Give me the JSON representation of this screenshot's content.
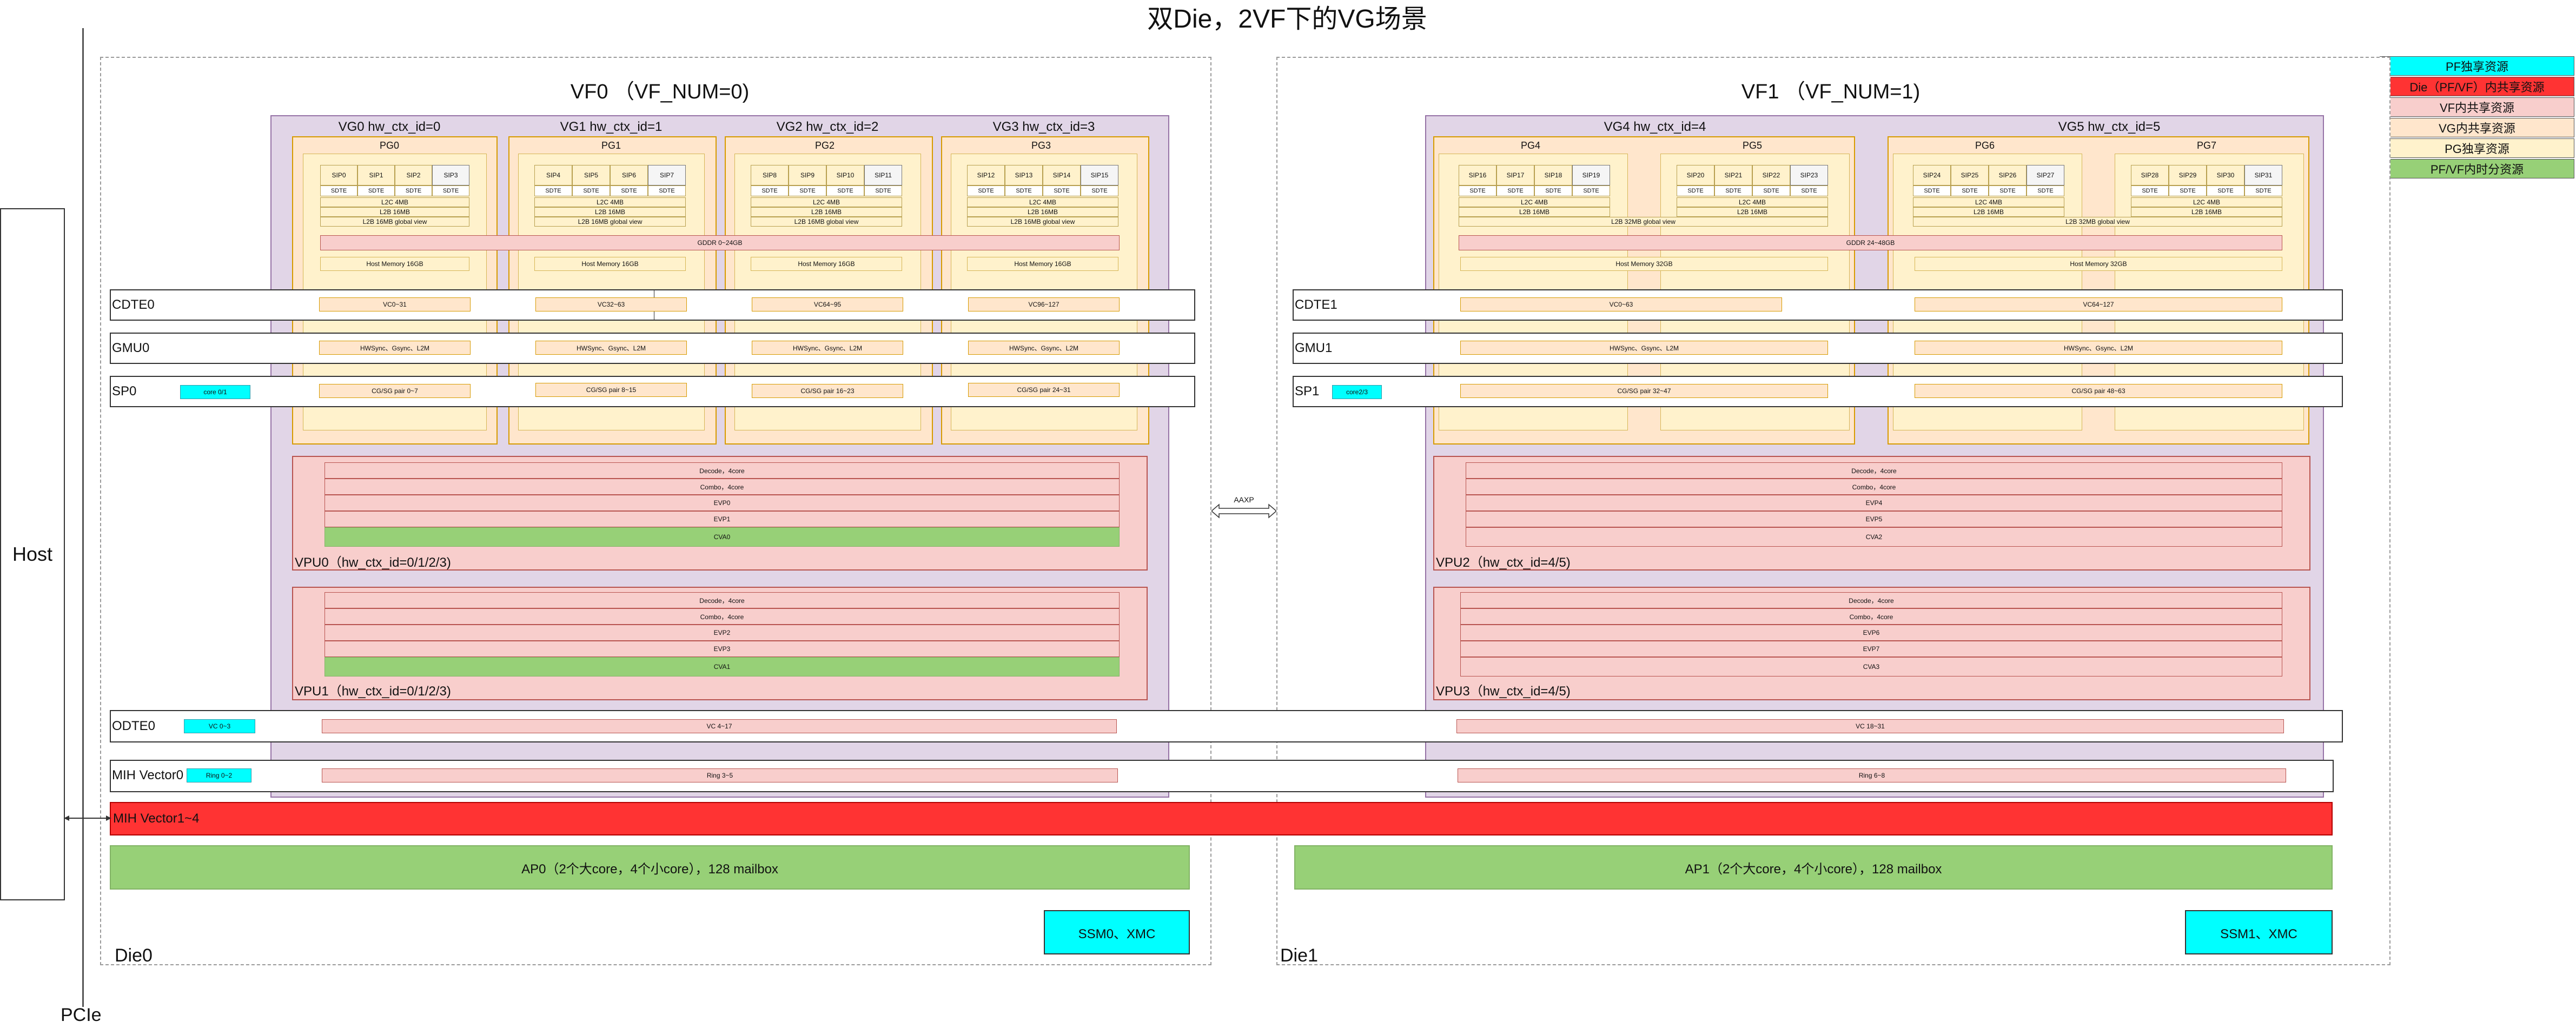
{
  "title": "双Die，2VF下的VG场景",
  "host": "Host",
  "pcie": "PCIe",
  "aaxp": "AAXP",
  "legend": [
    {
      "label": "PF独享资源",
      "color": "#00ffff"
    },
    {
      "label": "Die（PF/VF）内共享资源",
      "color": "#ff3333"
    },
    {
      "label": "VF内共享资源",
      "color": "#f8cecc"
    },
    {
      "label": "VG内共享资源",
      "color": "#ffe6cc"
    },
    {
      "label": "PG独享资源",
      "color": "#fff2cc"
    },
    {
      "label": "PF/VF内时分资源",
      "color": "#97d077"
    }
  ],
  "vf0": {
    "name": "VF0 （VF_NUM=0)",
    "die": "Die0",
    "vgs": [
      {
        "header": "VG0 hw_ctx_id=0",
        "pg": "PG0",
        "sips": [
          "SIP0",
          "SIP1",
          "SIP2",
          "SIP3"
        ],
        "l2c": "L2C 4MB",
        "l2b": "L2B 16MB",
        "l2bview": "L2B 16MB global view",
        "hm": "Host Memory 16GB",
        "vc": "VC0~31",
        "gmu": "HWSync、Gsync、L2M",
        "sp": "CG/SG pair 0~7"
      },
      {
        "header": "VG1 hw_ctx_id=1",
        "pg": "PG1",
        "sips": [
          "SIP4",
          "SIP5",
          "SIP6",
          "SIP7"
        ],
        "l2c": "L2C 4MB",
        "l2b": "L2B 16MB",
        "l2bview": "L2B 16MB global view",
        "hm": "Host Memory 16GB",
        "vc": "VC32~63",
        "gmu": "HWSync、Gsync、L2M",
        "sp": "CG/SG pair 8~15"
      },
      {
        "header": "VG2 hw_ctx_id=2",
        "pg": "PG2",
        "sips": [
          "SIP8",
          "SIP9",
          "SIP10",
          "SIP11"
        ],
        "l2c": "L2C 4MB",
        "l2b": "L2B 16MB",
        "l2bview": "L2B 16MB global view",
        "hm": "Host Memory 16GB",
        "vc": "VC64~95",
        "gmu": "HWSync、Gsync、L2M",
        "sp": "CG/SG pair 16~23"
      },
      {
        "header": "VG3 hw_ctx_id=3",
        "pg": "PG3",
        "sips": [
          "SIP12",
          "SIP13",
          "SIP14",
          "SIP15"
        ],
        "l2c": "L2C 4MB",
        "l2b": "L2B 16MB",
        "l2bview": "L2B 16MB global view",
        "hm": "Host Memory 16GB",
        "vc": "VC96~127",
        "gmu": "HWSync、Gsync、L2M",
        "sp": "CG/SG pair 24~31"
      }
    ],
    "sdte": "SDTE",
    "gddr": "GDDR 0~24GB",
    "cdte": "CDTE0",
    "gmu": "GMU0",
    "sp": "SP0",
    "spcore": "core 0/1",
    "vpu0": {
      "label": "VPU0（hw_ctx_id=0/1/2/3)",
      "items": [
        "Decode，4core",
        "Combo，4core",
        "EVP0",
        "EVP1",
        "CVA0"
      ]
    },
    "vpu1": {
      "label": "VPU1（hw_ctx_id=0/1/2/3)",
      "items": [
        "Decode，4core",
        "Combo，4core",
        "EVP2",
        "EVP3",
        "CVA1"
      ]
    },
    "odte": "ODTE0",
    "odtecyan": "VC 0~3",
    "odtecell": "VC 4~17",
    "mih0": "MIH Vector0",
    "mih0cyan": "Ring 0~2",
    "mih0cell": "Ring 3~5",
    "mih1": "MIH Vector1~4",
    "ap": "AP0（2个大core，4个小core），128 mailbox",
    "ssm": "SSM0、XMC"
  },
  "vf1": {
    "name": "VF1 （VF_NUM=1)",
    "die": "Die1",
    "vgs": [
      {
        "header": "VG4 hw_ctx_id=4",
        "pgs": [
          {
            "pg": "PG4",
            "sips": [
              "SIP16",
              "SIP17",
              "SIP18",
              "SIP19"
            ]
          },
          {
            "pg": "PG5",
            "sips": [
              "SIP20",
              "SIP21",
              "SIP22",
              "SIP23"
            ]
          }
        ],
        "l2c": "L2C 4MB",
        "l2b": "L2B 16MB",
        "l2bview": "L2B 32MB global view",
        "hm": "Host Memory 32GB",
        "vc": "VC0~63",
        "gmu": "HWSync、Gsync、L2M",
        "sp": "CG/SG pair 32~47"
      },
      {
        "header": "VG5 hw_ctx_id=5",
        "pgs": [
          {
            "pg": "PG6",
            "sips": [
              "SIP24",
              "SIP25",
              "SIP26",
              "SIP27"
            ]
          },
          {
            "pg": "PG7",
            "sips": [
              "SIP28",
              "SIP29",
              "SIP30",
              "SIP31"
            ]
          }
        ],
        "l2c": "L2C 4MB",
        "l2b": "L2B 16MB",
        "l2bview": "L2B 32MB global view",
        "hm": "Host Memory 32GB",
        "vc": "VC64~127",
        "gmu": "HWSync、Gsync、L2M",
        "sp": "CG/SG pair 48~63"
      }
    ],
    "sdte": "SDTE",
    "gddr": "GDDR 24~48GB",
    "cdte": "CDTE1",
    "gmu": "GMU1",
    "sp": "SP1",
    "spcore": "core2/3",
    "vpu2": {
      "label": "VPU2（hw_ctx_id=4/5)",
      "items": [
        "Decode，4core",
        "Combo，4core",
        "EVP4",
        "EVP5",
        "CVA2"
      ]
    },
    "vpu3": {
      "label": "VPU3（hw_ctx_id=4/5)",
      "items": [
        "Decode，4core",
        "Combo，4core",
        "EVP6",
        "EVP7",
        "CVA3"
      ]
    },
    "odtecell": "VC 18~31",
    "mihcell": "Ring 6~8",
    "ap": "AP1（2个大core，4个小core），128 mailbox",
    "ssm": "SSM1、XMC"
  }
}
